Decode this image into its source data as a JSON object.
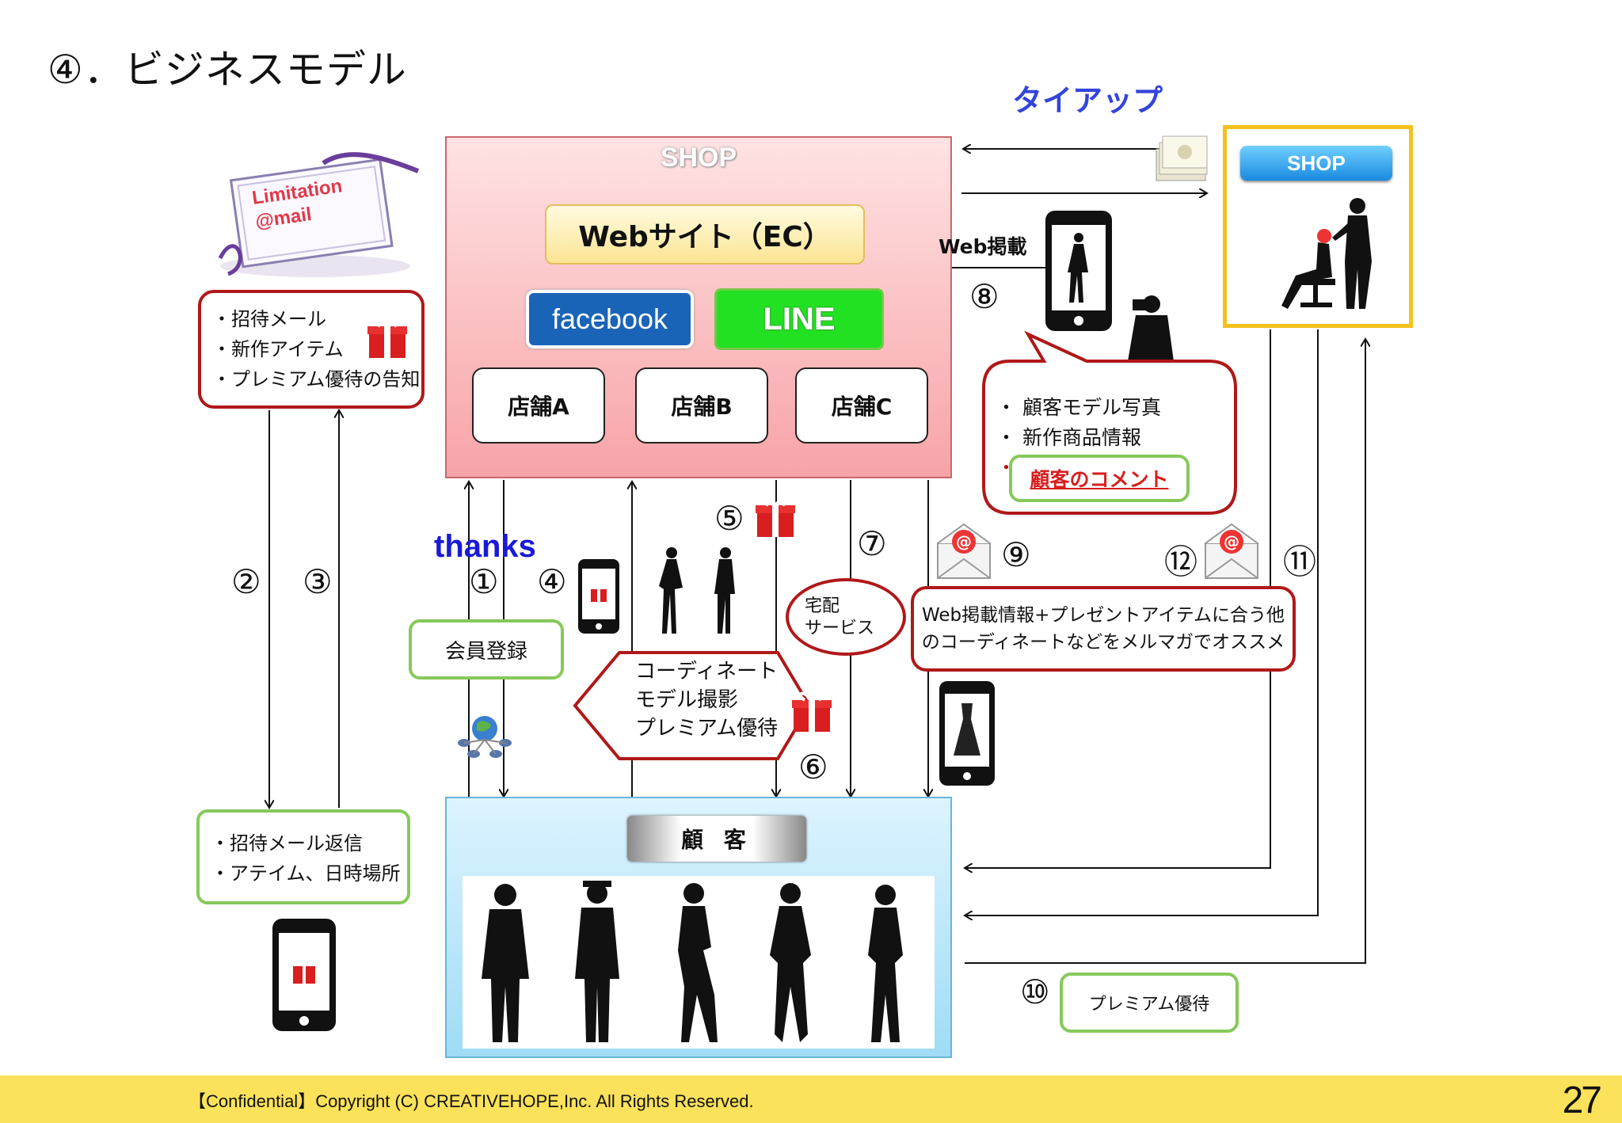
{
  "title": "④．ビジネスモデル",
  "tieup": "タイアップ",
  "shop_main": {
    "label": "SHOP",
    "website": "Webサイト（EC）",
    "facebook": "facebook",
    "line": "LINE",
    "stores": [
      "店舗A",
      "店舗B",
      "店舗C"
    ]
  },
  "shop_right": {
    "label": "SHOP"
  },
  "limitation_card": {
    "line1": "Limitation",
    "line2": "@mail"
  },
  "invite_box": {
    "items": [
      "・招待メール",
      "・新作アイテム",
      "・プレミアム優待の告知"
    ]
  },
  "reply_box": {
    "items": [
      "・招待メール返信",
      "・アテイム、日時場所"
    ]
  },
  "model_box": {
    "items": [
      "・ 顧客モデル写真",
      "・ 新作商品情報",
      "・"
    ],
    "comment": "顧客のコメント"
  },
  "web_post_label": "Web掲載",
  "member_reg": "会員登録",
  "thanks": "thanks",
  "coordinate_box": {
    "items": [
      "コーディネート",
      "モデル撮影",
      "プレミアム優待"
    ]
  },
  "delivery": {
    "line1": "宅配",
    "line2": "サービス"
  },
  "mailmag_box": {
    "line1": "Web掲載情報+プレゼントアイテムに合う他",
    "line2": "のコーディネートなどをメルマガでオススメ"
  },
  "customer_label": "顧 客",
  "premium_box": "プレミアム優待",
  "steps": {
    "s1": "①",
    "s2": "②",
    "s3": "③",
    "s4": "④",
    "s5": "⑤",
    "s6": "⑥",
    "s7": "⑦",
    "s8": "⑧",
    "s9": "⑨",
    "s10": "⑩",
    "s11": "⑪",
    "s12": "⑫"
  },
  "footer": {
    "text": "【Confidential】Copyright (C) CREATIVEHOPE,Inc. All Rights Reserved.",
    "page": "27"
  },
  "colors": {
    "footer_bg": "#fbe25a",
    "red_border": "#b01818",
    "green_border": "#86c95a",
    "tieup": "#3344dd",
    "thanks": "#1a1ad8",
    "shop_yellow": "#f3c21c"
  }
}
